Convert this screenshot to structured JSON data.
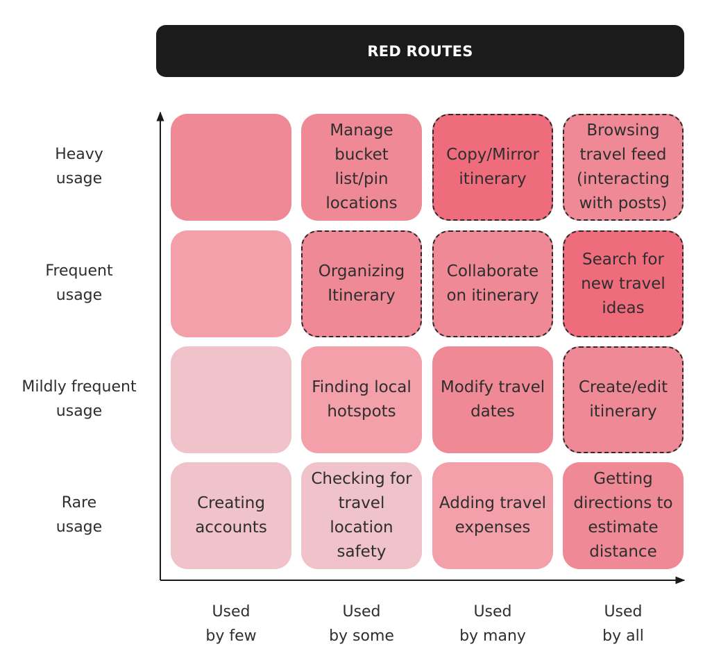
{
  "title": "RED ROUTES",
  "y_axis_labels": [
    "Heavy\nusage",
    "Frequent\nusage",
    "Mildly frequent\nusage",
    "Rare\nusage"
  ],
  "x_axis_labels": [
    "Used\nby few",
    "Used\nby some",
    "Used\nby many",
    "Used\nby all"
  ],
  "colors": {
    "title_bg": "#1b1b1b",
    "title_text": "#ffffff",
    "shade_1": "#f0c2c9",
    "shade_2": "#f3a0ab",
    "shade_3": "#f08996",
    "shade_4": "#ef6c7d"
  },
  "grid": [
    [
      {
        "text": "",
        "color": "#f08996",
        "dashed": false
      },
      {
        "text": "Manage\nbucket\nlist/pin\nlocations",
        "color": "#f08996",
        "dashed": false
      },
      {
        "text": "Copy/Mirror\nitinerary",
        "color": "#ef6c7d",
        "dashed": true
      },
      {
        "text": "Browsing\ntravel feed\n(interacting\nwith posts)",
        "color": "#f08996",
        "dashed": true
      }
    ],
    [
      {
        "text": "",
        "color": "#f3a0ab",
        "dashed": false
      },
      {
        "text": "Organizing\nItinerary",
        "color": "#f08996",
        "dashed": true
      },
      {
        "text": "Collaborate\non itinerary",
        "color": "#f08996",
        "dashed": true
      },
      {
        "text": "Search for\nnew travel\nideas",
        "color": "#ef6c7d",
        "dashed": true
      }
    ],
    [
      {
        "text": "",
        "color": "#f0c2c9",
        "dashed": false
      },
      {
        "text": "Finding local\nhotspots",
        "color": "#f3a0ab",
        "dashed": false
      },
      {
        "text": "Modify travel\ndates",
        "color": "#f08996",
        "dashed": false
      },
      {
        "text": "Create/edit\nitinerary",
        "color": "#f08996",
        "dashed": true
      }
    ],
    [
      {
        "text": "Creating\naccounts",
        "color": "#f0c2c9",
        "dashed": false
      },
      {
        "text": "Checking for\ntravel\nlocation\nsafety",
        "color": "#f0c2c9",
        "dashed": false
      },
      {
        "text": "Adding travel\nexpenses",
        "color": "#f3a0ab",
        "dashed": false
      },
      {
        "text": "Getting\ndirections to\nestimate\ndistance",
        "color": "#f08996",
        "dashed": false
      }
    ]
  ]
}
